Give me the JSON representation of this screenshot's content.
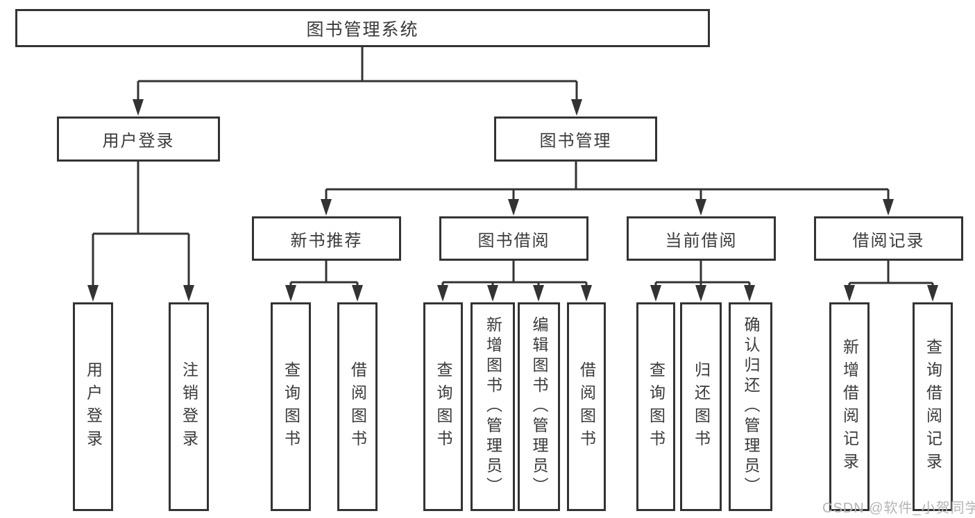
{
  "tree": {
    "label": "图书管理系统",
    "children": [
      {
        "label": "用户登录",
        "children": [
          {
            "label": "用户登录"
          },
          {
            "label": "注销登录"
          }
        ]
      },
      {
        "label": "图书管理",
        "children": [
          {
            "label": "新书推荐",
            "children": [
              {
                "label": "查询图书"
              },
              {
                "label": "借阅图书"
              }
            ]
          },
          {
            "label": "图书借阅",
            "children": [
              {
                "label": "查询图书"
              },
              {
                "label": "新增图书（管理员）"
              },
              {
                "label": "编辑图书（管理员）"
              },
              {
                "label": "借阅图书"
              }
            ]
          },
          {
            "label": "当前借阅",
            "children": [
              {
                "label": "查询图书"
              },
              {
                "label": "归还图书"
              },
              {
                "label": "确认归还（管理员）"
              }
            ]
          },
          {
            "label": "借阅记录",
            "children": [
              {
                "label": "新增借阅记录"
              },
              {
                "label": "查询借阅记录"
              }
            ]
          }
        ]
      }
    ]
  },
  "watermark": "CSDN @软件_小贺同学",
  "colors": {
    "line": "#333333",
    "text": "#3a3a3a",
    "watermark": "#b4b4b4",
    "background": "#ffffff"
  }
}
